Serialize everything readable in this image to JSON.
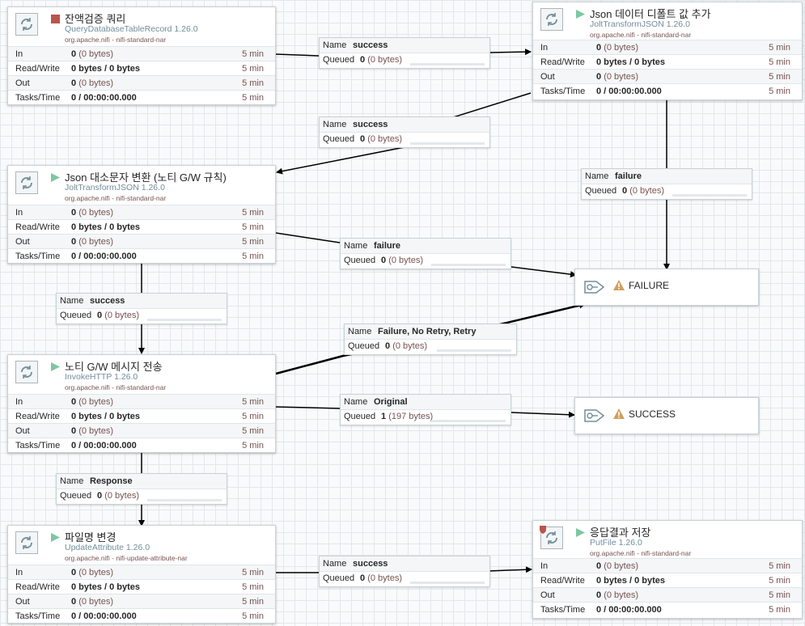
{
  "processors": [
    {
      "name": "잔액검증 쿼리",
      "type": "QueryDatabaseTableRecord 1.26.0",
      "bundle": "org.apache.nifi - nifi-standard-nar",
      "state": "stopped",
      "stats": {
        "in_count": "0",
        "in_size": "(0 bytes)",
        "rw": "0 bytes / 0 bytes",
        "out_count": "0",
        "out_size": "(0 bytes)",
        "tasks": "0 / 00:00:00.000",
        "window": "5 min"
      }
    },
    {
      "name": "Json 데이터 디폴트 값 추가",
      "type": "JoltTransformJSON 1.26.0",
      "bundle": "org.apache.nifi - nifi-standard-nar",
      "state": "running",
      "stats": {
        "in_count": "0",
        "in_size": "(0 bytes)",
        "rw": "0 bytes / 0 bytes",
        "out_count": "0",
        "out_size": "(0 bytes)",
        "tasks": "0 / 00:00:00.000",
        "window": "5 min"
      }
    },
    {
      "name": "Json 대소문자 변환 (노티 G/W 규칙)",
      "type": "JoltTransformJSON 1.26.0",
      "bundle": "org.apache.nifi - nifi-standard-nar",
      "state": "running",
      "stats": {
        "in_count": "0",
        "in_size": "(0 bytes)",
        "rw": "0 bytes / 0 bytes",
        "out_count": "0",
        "out_size": "(0 bytes)",
        "tasks": "0 / 00:00:00.000",
        "window": "5 min"
      }
    },
    {
      "name": "노티 G/W 메시지 전송",
      "type": "InvokeHTTP 1.26.0",
      "bundle": "org.apache.nifi - nifi-standard-nar",
      "state": "running",
      "stats": {
        "in_count": "0",
        "in_size": "(0 bytes)",
        "rw": "0 bytes / 0 bytes",
        "out_count": "0",
        "out_size": "(0 bytes)",
        "tasks": "0 / 00:00:00.000",
        "window": "5 min"
      }
    },
    {
      "name": "파일명 변경",
      "type": "UpdateAttribute 1.26.0",
      "bundle": "org.apache.nifi - nifi-update-attribute-nar",
      "state": "running",
      "stats": {
        "in_count": "0",
        "in_size": "(0 bytes)",
        "rw": "0 bytes / 0 bytes",
        "out_count": "0",
        "out_size": "(0 bytes)",
        "tasks": "0 / 00:00:00.000",
        "window": "5 min"
      }
    },
    {
      "name": "응답결과 저장",
      "type": "PutFile 1.26.0",
      "bundle": "org.apache.nifi - nifi-standard-nar",
      "state": "running",
      "stats": {
        "in_count": "0",
        "in_size": "(0 bytes)",
        "rw": "0 bytes / 0 bytes",
        "out_count": "0",
        "out_size": "(0 bytes)",
        "tasks": "0 / 00:00:00.000",
        "window": "5 min"
      }
    }
  ],
  "stat_labels": {
    "in": "In",
    "rw": "Read/Write",
    "out": "Out",
    "tasks": "Tasks/Time"
  },
  "conn_labels": {
    "name": "Name",
    "queued": "Queued"
  },
  "connections": [
    {
      "name": "success",
      "queued_count": "0",
      "queued_size": "(0 bytes)"
    },
    {
      "name": "success",
      "queued_count": "0",
      "queued_size": "(0 bytes)"
    },
    {
      "name": "failure",
      "queued_count": "0",
      "queued_size": "(0 bytes)"
    },
    {
      "name": "failure",
      "queued_count": "0",
      "queued_size": "(0 bytes)"
    },
    {
      "name": "success",
      "queued_count": "0",
      "queued_size": "(0 bytes)"
    },
    {
      "name": "Failure, No Retry, Retry",
      "queued_count": "0",
      "queued_size": "(0 bytes)"
    },
    {
      "name": "Original",
      "queued_count": "1",
      "queued_size": "(197 bytes)"
    },
    {
      "name": "Response",
      "queued_count": "0",
      "queued_size": "(0 bytes)"
    },
    {
      "name": "success",
      "queued_count": "0",
      "queued_size": "(0 bytes)"
    }
  ],
  "ports": [
    {
      "name": "FAILURE",
      "icon": "output-port-icon",
      "warning": "warning-icon"
    },
    {
      "name": "SUCCESS",
      "icon": "output-port-icon",
      "warning": "warning-icon"
    }
  ],
  "colors": {
    "run": "#7dc7a0",
    "stop": "#ba554a",
    "canvas_grid": "#e3e8eb",
    "link": "#000000"
  }
}
